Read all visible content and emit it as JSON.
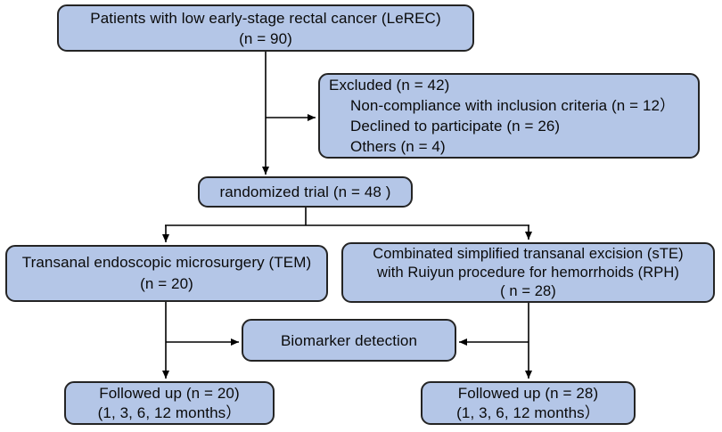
{
  "nodes": {
    "patients": {
      "lines": [
        "Patients with low early-stage rectal cancer (LeREC)",
        "(n = 90)"
      ]
    },
    "excluded": {
      "lines": [
        "Excluded (n =  42)",
        "Non-compliance with inclusion criteria (n = 12）",
        "Declined to participate (n = 26)",
        "Others (n = 4)"
      ]
    },
    "randomized": {
      "lines": [
        "randomized trial (n = 48 )"
      ]
    },
    "tem": {
      "lines": [
        "Transanal endoscopic microsurgery (TEM)",
        "(n = 20)"
      ]
    },
    "ste": {
      "lines": [
        "Combinated simplified transanal excision (sTE)",
        "with Ruiyun procedure for hemorrhoids (RPH)",
        "( n = 28)"
      ]
    },
    "biomarker": {
      "lines": [
        "Biomarker detection"
      ]
    },
    "follow_tem": {
      "lines": [
        "Followed up (n = 20)",
        "(1, 3, 6, 12 months）"
      ]
    },
    "follow_ste": {
      "lines": [
        "Followed up (n = 28)",
        "(1, 3, 6, 12 months）"
      ]
    }
  },
  "edges": [
    {
      "from": "patients",
      "to": "randomized"
    },
    {
      "from": "patients",
      "to": "excluded"
    },
    {
      "from": "randomized",
      "to": "tem"
    },
    {
      "from": "randomized",
      "to": "ste"
    },
    {
      "from": "tem",
      "to": "biomarker"
    },
    {
      "from": "ste",
      "to": "biomarker"
    },
    {
      "from": "tem",
      "to": "follow_tem"
    },
    {
      "from": "ste",
      "to": "follow_ste"
    }
  ],
  "colors": {
    "node_fill": "#b4c6e7",
    "node_border": "#242424",
    "connector": "#000000",
    "text": "#0a0a0a",
    "background": "#ffffff"
  }
}
